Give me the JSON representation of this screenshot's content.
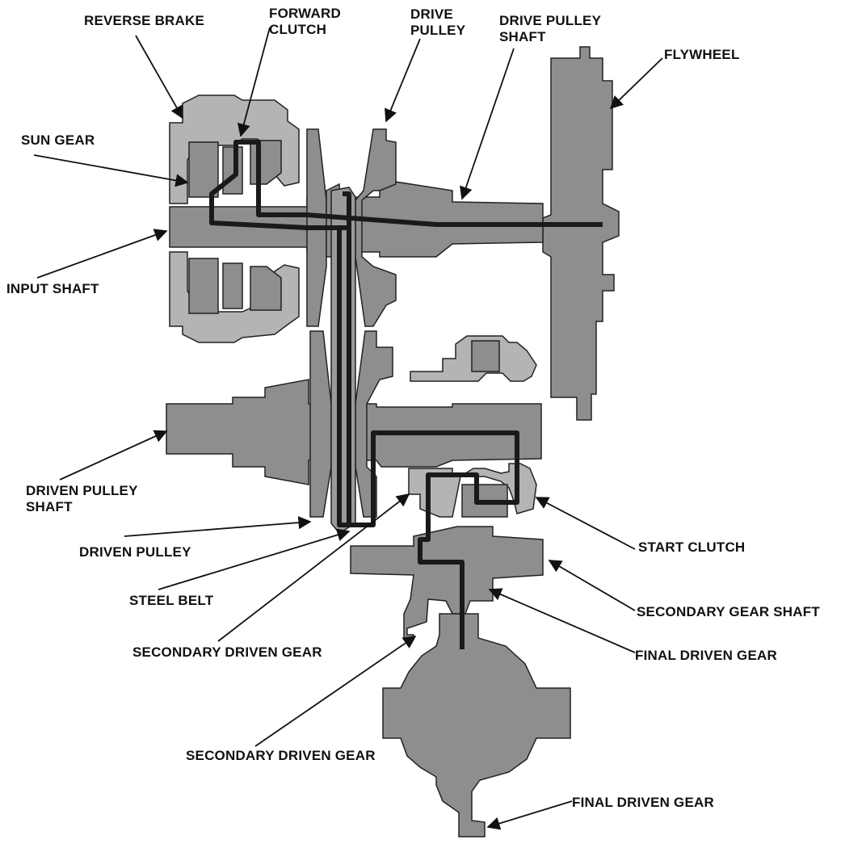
{
  "colors": {
    "part_fill": "#8e8e8e",
    "part_fill_dark": "#6f6f6f",
    "part_fill_light": "#b4b4b4",
    "power_flow": "#1a1a1a",
    "outline": "#222222",
    "label": "#111111"
  },
  "labels": {
    "reverse_brake": "REVERSE BRAKE",
    "forward_clutch": "FORWARD\nCLUTCH",
    "drive_pulley": "DRIVE\nPULLEY",
    "drive_pulley_shaft": "DRIVE PULLEY\nSHAFT",
    "flywheel": "FLYWHEEL",
    "sun_gear": "SUN GEAR",
    "input_shaft": "INPUT SHAFT",
    "driven_pulley_shaft": "DRIVEN PULLEY\nSHAFT",
    "driven_pulley": "DRIVEN PULLEY",
    "steel_belt": "STEEL BELT",
    "secondary_driven_gear_upper": "SECONDARY DRIVEN GEAR",
    "start_clutch": "START CLUTCH",
    "secondary_gear_shaft": "SECONDARY GEAR SHAFT",
    "final_driven_gear_upper": "FINAL DRIVEN GEAR",
    "secondary_driven_gear_lower": "SECONDARY DRIVEN GEAR",
    "final_driven_gear_lower": "FINAL DRIVEN GEAR"
  }
}
